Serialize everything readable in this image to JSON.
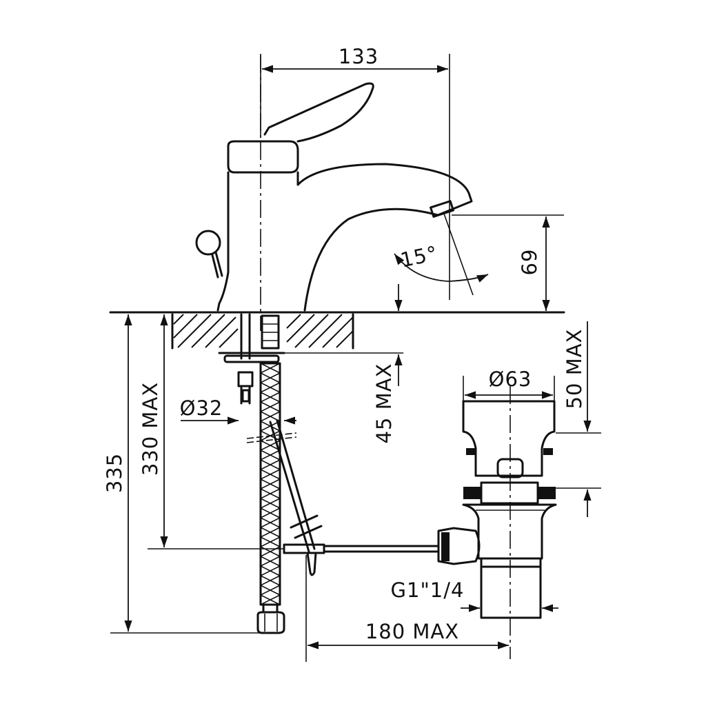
{
  "dimensions": {
    "overall_width": "133",
    "spout_height": "69",
    "spout_angle": "15°",
    "counter_thickness_max": "45 MAX",
    "waste_top_max": "50 MAX",
    "waste_diameter": "Ø63",
    "hole_diameter": "Ø32",
    "hose_length": "335",
    "rod_length_max": "330 MAX",
    "waste_thread": "G1\"1/4",
    "rod_reach_max": "180 MAX"
  }
}
